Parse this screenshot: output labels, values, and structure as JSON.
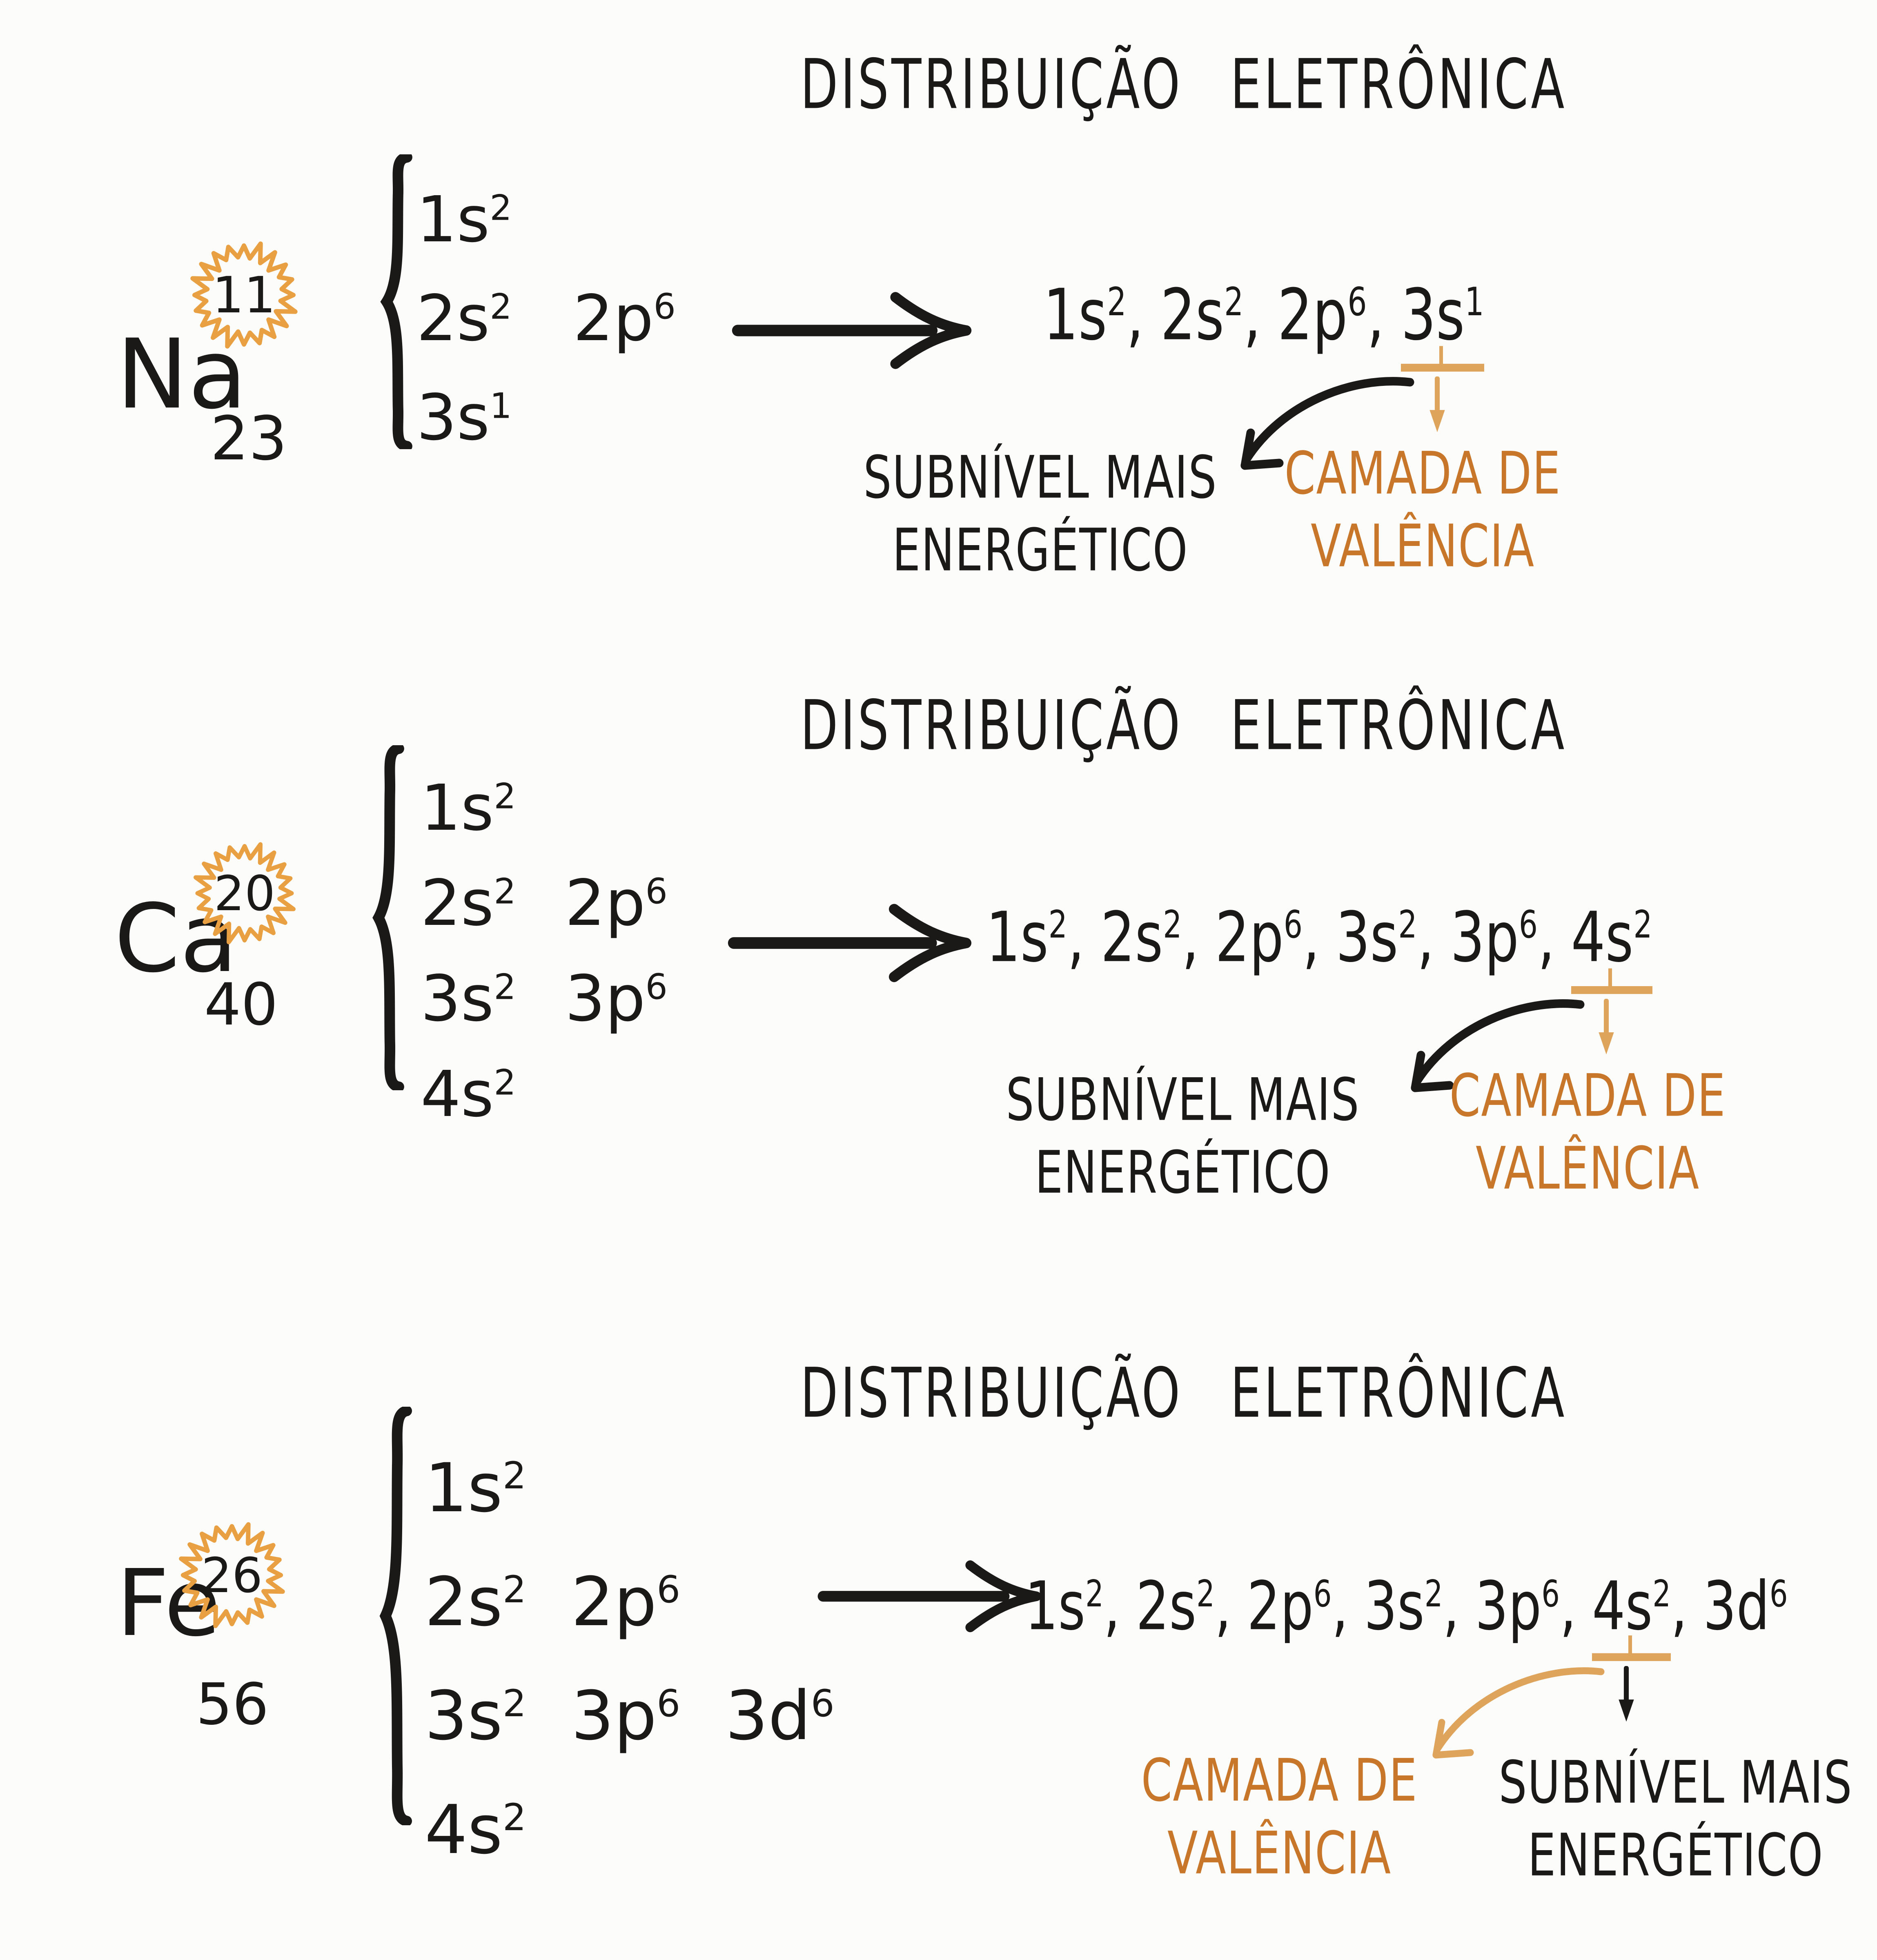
{
  "colors": {
    "ink": "#1a1918",
    "orange_text": "#c8772a",
    "orange_light": "#dfa45c",
    "starburst": "#e8a042",
    "background": "#fcfcfb"
  },
  "sections": [
    {
      "title": "DISTRIBUIÇÃO ELETRÔNICA",
      "element": {
        "symbol": "Na",
        "atomic_number": "11",
        "mass_number": "23"
      },
      "config_rows": [
        [
          {
            "b": "1s",
            "s": "2"
          }
        ],
        [
          {
            "b": "2s",
            "s": "2"
          },
          {
            "b": "2p",
            "s": "6"
          }
        ],
        [
          {
            "b": "3s",
            "s": "1"
          }
        ]
      ],
      "linear": [
        {
          "b": "1s",
          "s": "2"
        },
        {
          "b": "2s",
          "s": "2"
        },
        {
          "b": "2p",
          "s": "6"
        },
        {
          "b": "3s",
          "s": "1"
        }
      ],
      "valence_index": 3,
      "labels": {
        "subnivel": [
          "SUBNÍVEL MAIS",
          "ENERGÉTICO"
        ],
        "camada": [
          "CAMADA DE",
          "VALÊNCIA"
        ]
      }
    },
    {
      "title": "DISTRIBUIÇÃO ELETRÔNICA",
      "element": {
        "symbol": "Ca",
        "atomic_number": "20",
        "mass_number": "40"
      },
      "config_rows": [
        [
          {
            "b": "1s",
            "s": "2"
          }
        ],
        [
          {
            "b": "2s",
            "s": "2"
          },
          {
            "b": "2p",
            "s": "6"
          }
        ],
        [
          {
            "b": "3s",
            "s": "2"
          },
          {
            "b": "3p",
            "s": "6"
          }
        ],
        [
          {
            "b": "4s",
            "s": "2"
          }
        ]
      ],
      "linear": [
        {
          "b": "1s",
          "s": "2"
        },
        {
          "b": "2s",
          "s": "2"
        },
        {
          "b": "2p",
          "s": "6"
        },
        {
          "b": "3s",
          "s": "2"
        },
        {
          "b": "3p",
          "s": "6"
        },
        {
          "b": "4s",
          "s": "2"
        }
      ],
      "valence_index": 5,
      "labels": {
        "subnivel": [
          "SUBNÍVEL MAIS",
          "ENERGÉTICO"
        ],
        "camada": [
          "CAMADA DE",
          "VALÊNCIA"
        ]
      }
    },
    {
      "title": "DISTRIBUIÇÃO ELETRÔNICA",
      "element": {
        "symbol": "Fe",
        "atomic_number": "26",
        "mass_number": "56"
      },
      "config_rows": [
        [
          {
            "b": "1s",
            "s": "2"
          }
        ],
        [
          {
            "b": "2s",
            "s": "2"
          },
          {
            "b": "2p",
            "s": "6"
          }
        ],
        [
          {
            "b": "3s",
            "s": "2"
          },
          {
            "b": "3p",
            "s": "6"
          },
          {
            "b": "3d",
            "s": "6"
          }
        ],
        [
          {
            "b": "4s",
            "s": "2"
          }
        ]
      ],
      "linear": [
        {
          "b": "1s",
          "s": "2"
        },
        {
          "b": "2s",
          "s": "2"
        },
        {
          "b": "2p",
          "s": "6"
        },
        {
          "b": "3s",
          "s": "2"
        },
        {
          "b": "3p",
          "s": "6"
        },
        {
          "b": "4s",
          "s": "2"
        },
        {
          "b": "3d",
          "s": "6"
        }
      ],
      "valence_index": 5,
      "labels": {
        "subnivel": [
          "SUBNÍVEL MAIS",
          "ENERGÉTICO"
        ],
        "camada": [
          "CAMADA DE",
          "VALÊNCIA"
        ]
      }
    }
  ]
}
